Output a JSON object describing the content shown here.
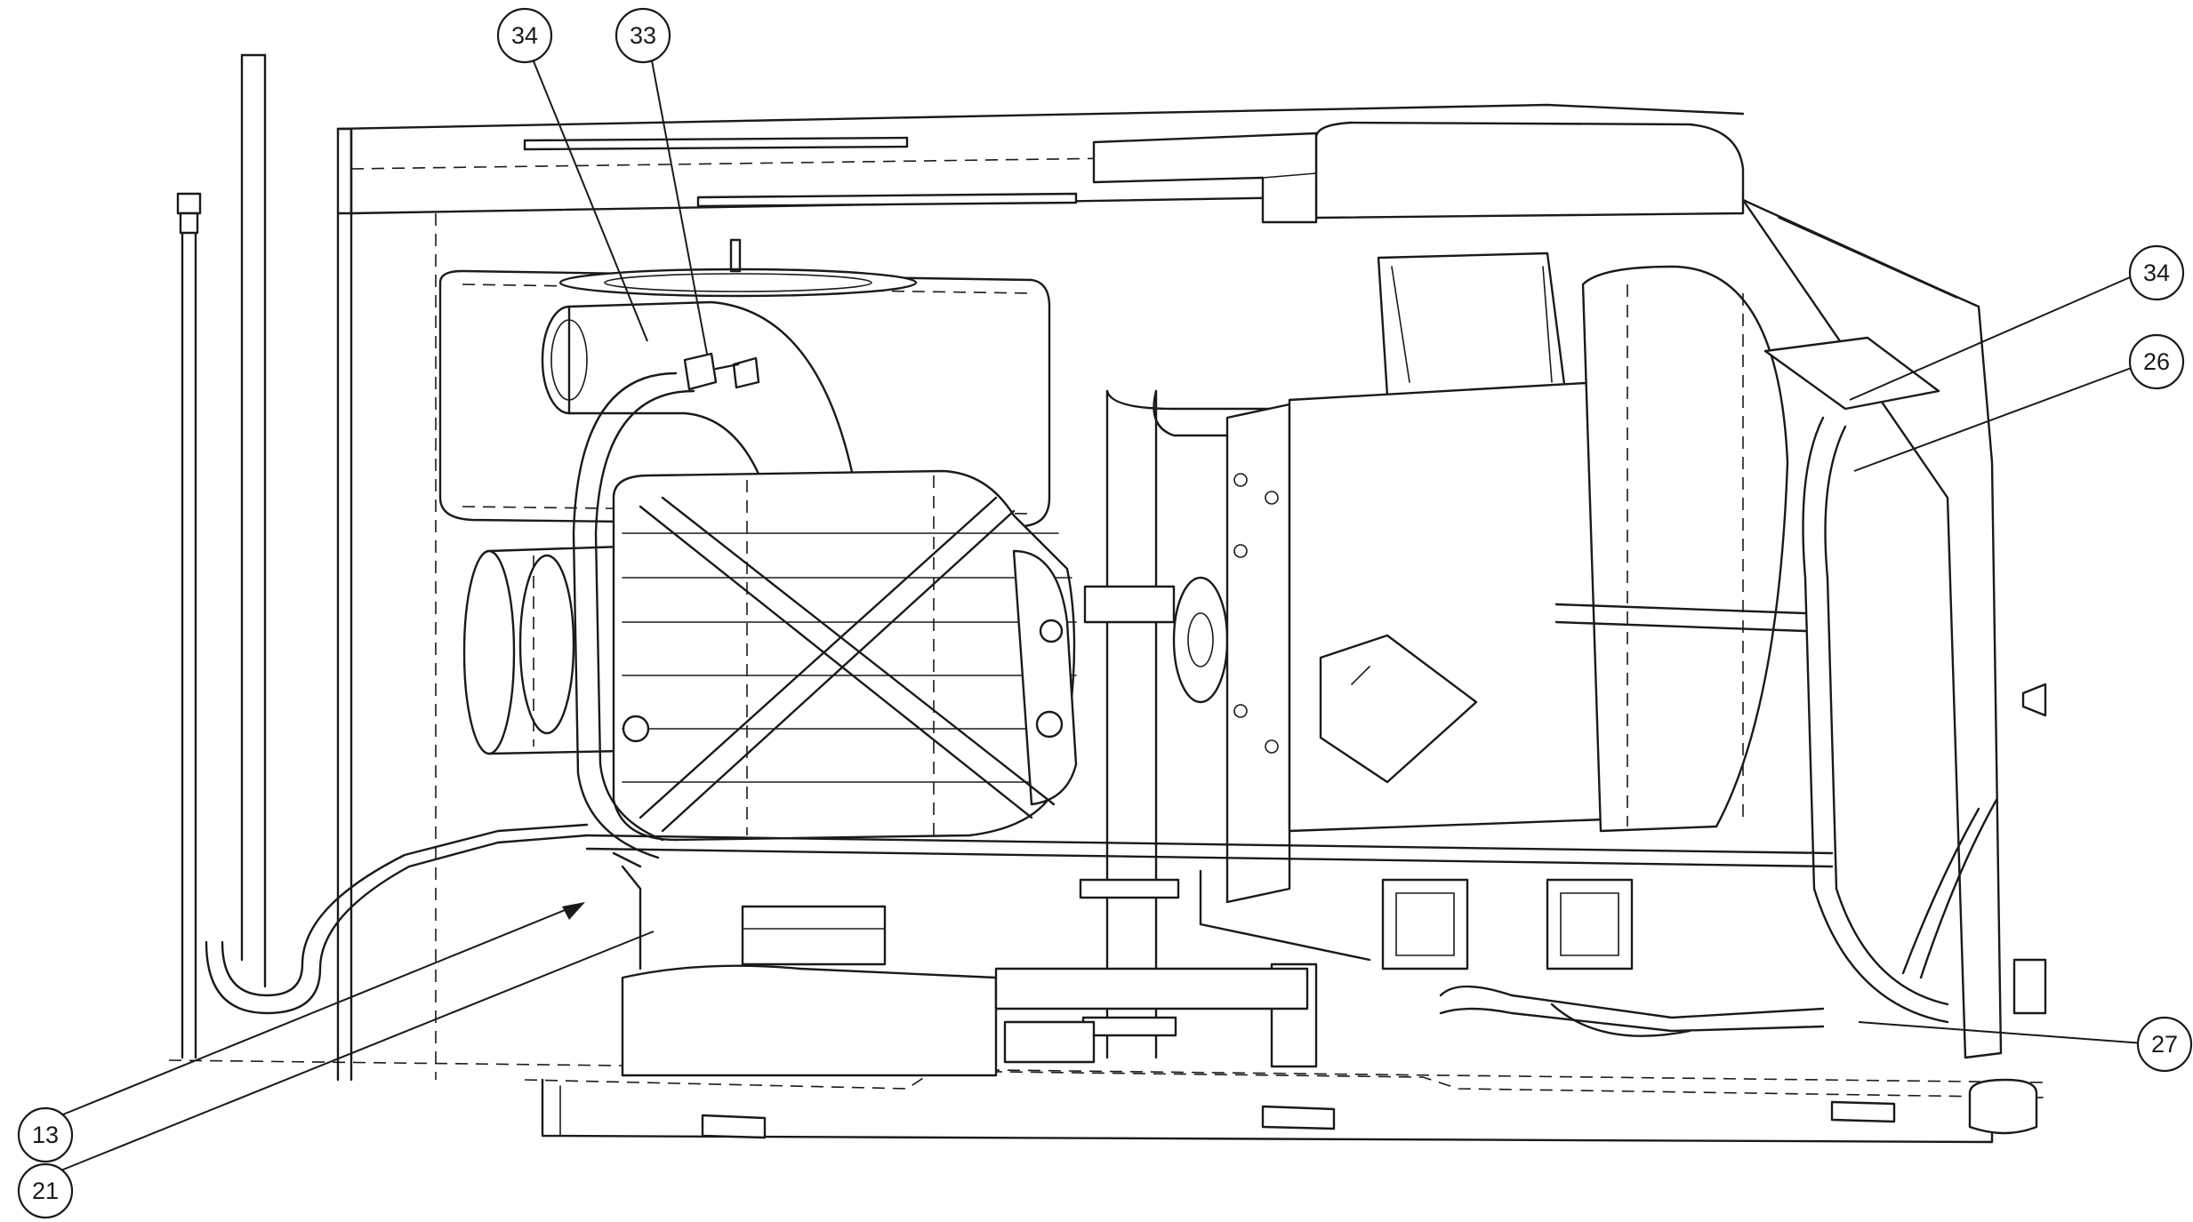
{
  "callouts": [
    {
      "id": "c1",
      "label": "34"
    },
    {
      "id": "c2",
      "label": "33"
    },
    {
      "id": "c3",
      "label": "34"
    },
    {
      "id": "c4",
      "label": "26"
    },
    {
      "id": "c5",
      "label": "27"
    },
    {
      "id": "c6",
      "label": "13"
    },
    {
      "id": "c7",
      "label": "21"
    }
  ]
}
